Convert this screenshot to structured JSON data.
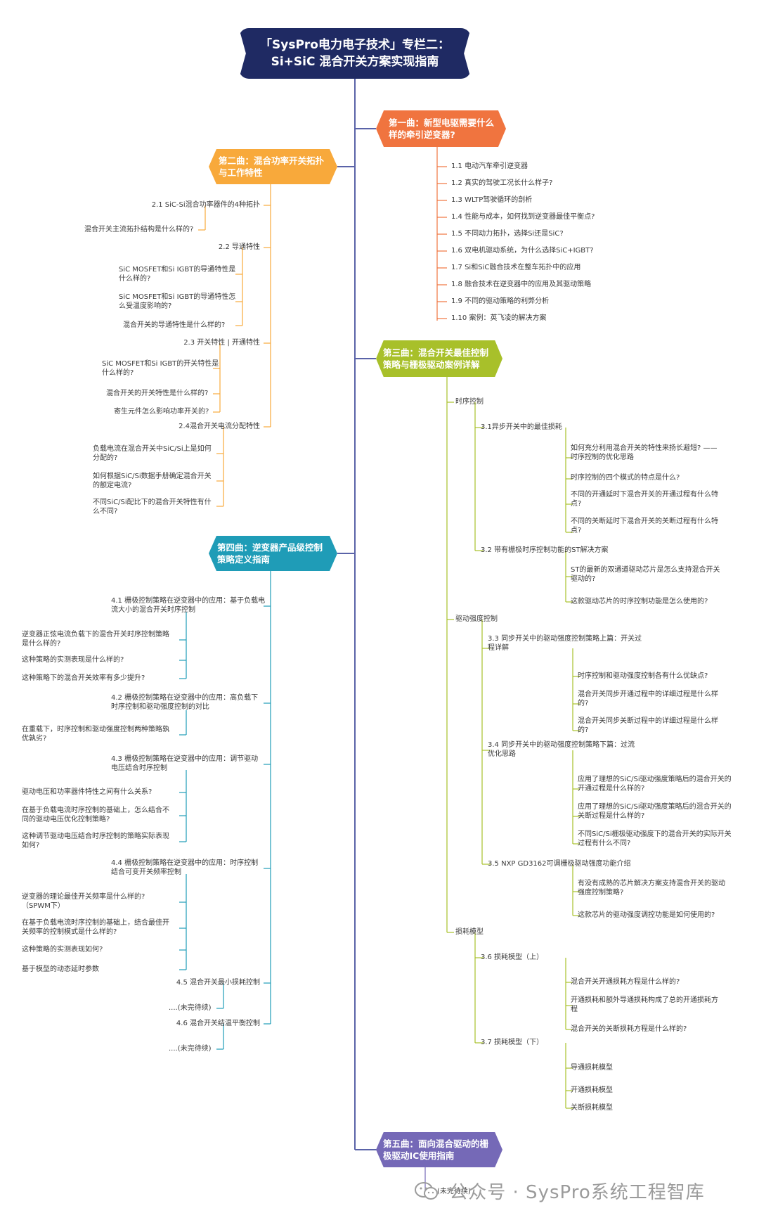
{
  "root": {
    "line1": "「SysPro电力电子技术」专栏二：",
    "line2": "Si+SiC 混合开关方案实现指南"
  },
  "b1": {
    "title": "第一曲：新型电驱需要什么\n样的牵引逆变器?",
    "items": [
      "1.1 电动汽车牵引逆变器",
      "1.2 真实的驾驶工况长什么样子?",
      "1.3 WLTP驾驶循环的剖析",
      "1.4 性能与成本，如何找到逆变器最佳平衡点?",
      "1.5 不同动力拓扑，选择Si还是SiC?",
      "1.6 双电机驱动系统，为什么选择SiC+IGBT?",
      "1.7 Si和SiC融合技术在整车拓扑中的应用",
      "1.8 融合技术在逆变器中的应用及其驱动策略",
      "1.9 不同的驱动策略的利弊分析",
      "1.10 案例：英飞凌的解决方案"
    ]
  },
  "b2": {
    "title": "第二曲：混合功率开关拓扑\n与工作特性",
    "s1": "2.1 SiC-Si混合功率器件的4种拓扑",
    "s1_items": [
      "混合开关主流拓扑结构是什么样的?"
    ],
    "s2": "2.2 导通特性",
    "s2_items": [
      "SiC MOSFET和Si IGBT的导通特性是\n什么样的?",
      "SiC MOSFET和Si IGBT的导通特性怎\n么受温度影响的?",
      "混合开关的导通特性是什么样的?"
    ],
    "s3": "2.3 开关特性 | 开通特性",
    "s3_items": [
      "SiC MOSFET和Si IGBT的开关特性是\n什么样的?",
      "混合开关的开关特性是什么样的?",
      "寄生元件怎么影响功率开关的?"
    ],
    "s4": "2.4混合开关电流分配特性",
    "s4_items": [
      "负载电流在混合开关中SiC/Si上是如何\n分配的?",
      "如何根据SiC/Si数据手册确定混合开关\n的额定电流?",
      "不同SiC/Si配比下的混合开关特性有什\n么不同?"
    ]
  },
  "b3": {
    "title": "第三曲：混合开关最佳控制\n策略与栅极驱动案例详解",
    "g1": "时序控制",
    "g1a": "3.1异步开关中的最佳损耗",
    "g1a_items": [
      "如何充分利用混合开关的特性来扬长避短? ——\n时序控制的优化思路",
      "时序控制的四个模式的特点是什么?",
      "不同的开通延时下混合开关的开通过程有什么特\n点?",
      "不同的关断延时下混合开关的关断过程有什么特\n点?"
    ],
    "g1b": "3.2 带有栅极时序控制功能的ST解决方案",
    "g1b_items": [
      "ST的最新的双通道驱动芯片是怎么支持混合开关\n驱动的?",
      "这款驱动芯片的时序控制功能是怎么使用的?"
    ],
    "g2": "驱动强度控制",
    "g2a": "3.3 同步开关中的驱动强度控制策略上篇：开关过\n程详解",
    "g2a_items": [
      "时序控制和驱动强度控制各有什么优缺点?",
      "混合开关同步开通过程中的详细过程是什么样\n的?",
      "混合开关同步关断过程中的详细过程是什么样\n的?"
    ],
    "g2b": "3.4 同步开关中的驱动强度控制策略下篇：过流\n优化思路",
    "g2b_items": [
      "应用了理想的SiC/Si驱动强度策略后的混合开关的\n开通过程是什么样的?",
      "应用了理想的SiC/Si驱动强度策略后的混合开关的\n关断过程是什么样的?",
      "不同SiC/Si栅极驱动强度下的混合开关的实际开关\n过程有什么不同?"
    ],
    "g2c": "3.5 NXP GD3162可调栅极驱动强度功能介绍",
    "g2c_items": [
      "有没有成熟的芯片解决方案支持混合开关的驱动\n强度控制策略?",
      "这款芯片的驱动强度调控功能是如何使用的?"
    ],
    "g3": "损耗模型",
    "g3a": "3.6 损耗模型（上）",
    "g3a_items": [
      "混合开关开通损耗方程是什么样的?",
      "开通损耗和额外导通损耗构成了总的开通损耗方\n程",
      "混合开关的关断损耗方程是什么样的?"
    ],
    "g3b": "3.7 损耗模型（下）",
    "g3b_items": [
      "导通损耗模型",
      "开通损耗模型",
      "关断损耗模型"
    ]
  },
  "b4": {
    "title": "第四曲：逆变器产品级控制\n策略定义指南",
    "s1": "4.1 栅极控制策略在逆变器中的应用：基于负载电\n流大小的混合开关时序控制",
    "s1_items": [
      "逆变器正弦电流负载下的混合开关时序控制策略\n是什么样的?",
      "这种策略的实测表现是什么样的?",
      "这种策略下的混合开关效率有多少提升?"
    ],
    "s2": "4.2 栅极控制策略在逆变器中的应用：高负载下\n时序控制和驱动强度控制的对比",
    "s2_items": [
      "在重载下，时序控制和驱动强度控制两种策略孰\n优孰劣?"
    ],
    "s3": "4.3 栅极控制策略在逆变器中的应用：调节驱动\n电压结合时序控制",
    "s3_items": [
      "驱动电压和功率器件特性之间有什么关系?",
      "在基于负载电流时序控制的基础上，怎么结合不\n同的驱动电压优化控制策略?",
      "这种调节驱动电压结合时序控制的策略实际表现\n如何?"
    ],
    "s4": "4.4 栅极控制策略在逆变器中的应用：时序控制\n结合可变开关频率控制",
    "s4_items": [
      "逆变器的理论最佳开关频率是什么样的?\n（SPWM下）",
      "在基于负载电流时序控制的基础上，结合最佳开\n关频率的控制模式是什么样的?",
      "这种策略的实测表现如何?",
      "基于模型的动态延时参数"
    ],
    "s5": "4.5 混合开关最小损耗控制",
    "s5_items": [
      "....(未完待续)"
    ],
    "s6": "4.6 混合开关结温平衡控制",
    "s6_items": [
      "....(未完待续)"
    ]
  },
  "b5": {
    "title": "第五曲：面向混合驱动的栅\n极驱动IC使用指南",
    "items": [
      "(未完待续)"
    ]
  },
  "watermark": "公众号 · SysPro系统工程智库",
  "colors": {
    "root": "#1f2a63",
    "b1": "#f0743f",
    "b2": "#f8a93b",
    "b3": "#a8c02a",
    "b4": "#1f9cb7",
    "b5": "#7569b7",
    "trunk": "#5a63a8"
  }
}
